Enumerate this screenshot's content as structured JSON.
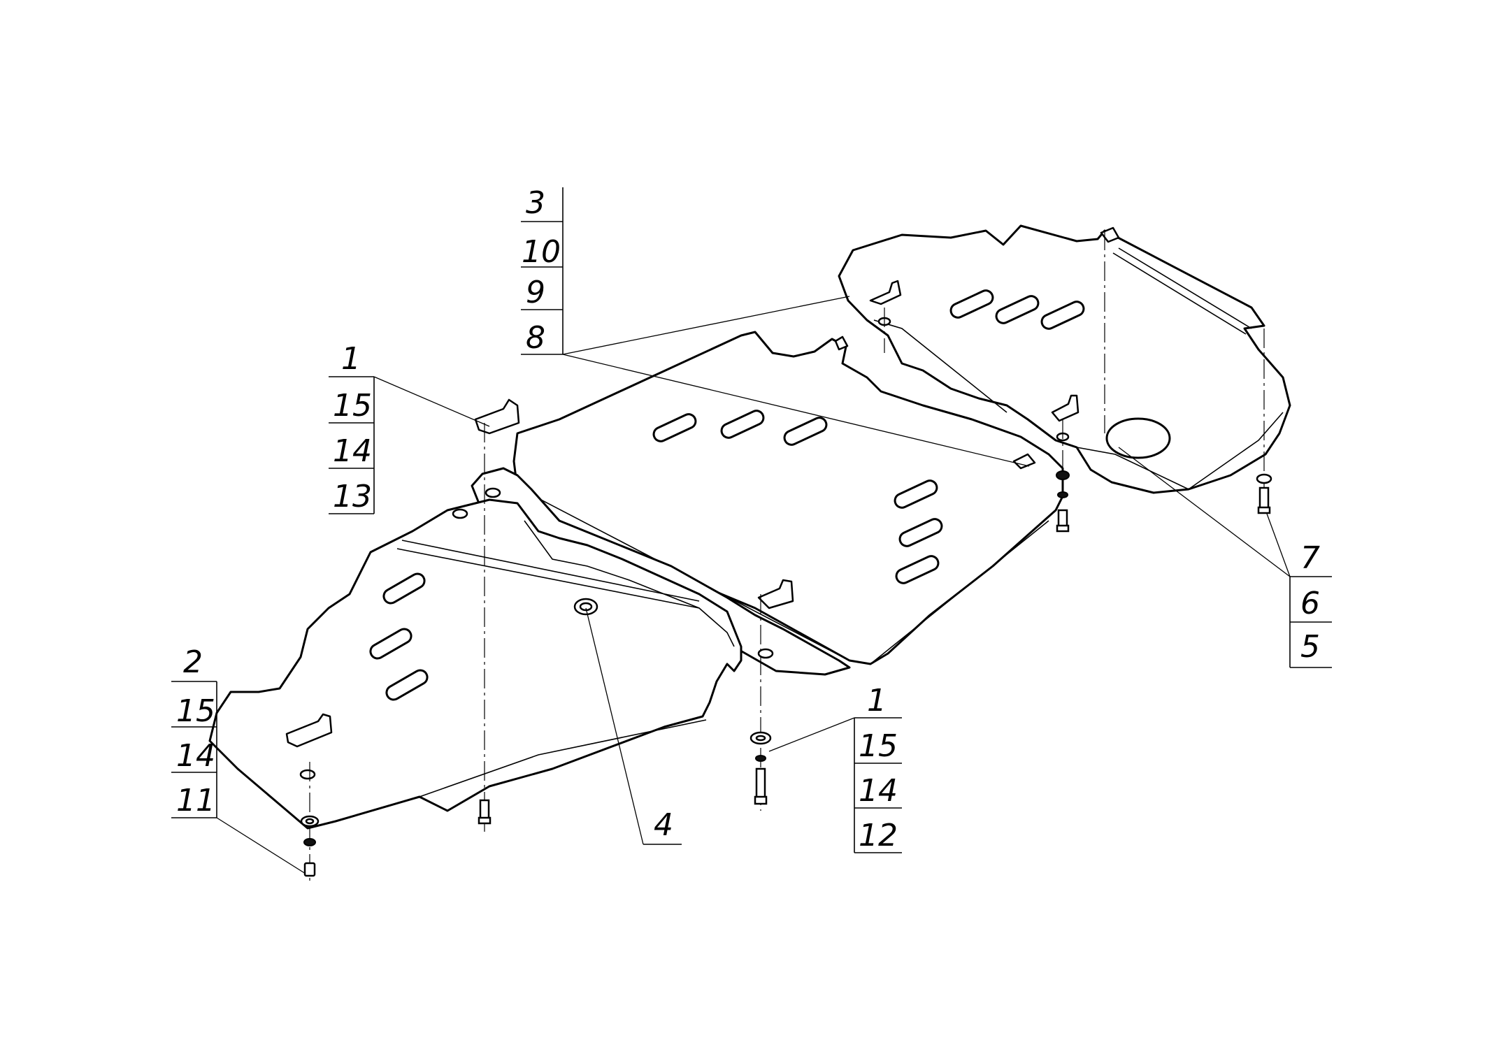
{
  "callouts": {
    "c1_top": "3",
    "c1_r2": "10",
    "c1_r3": "9",
    "c1_r4": "8",
    "c2_top": "1",
    "c2_r2": "15",
    "c2_r3": "14",
    "c2_r4": "13",
    "c3_top": "2",
    "c3_r2": "15",
    "c3_r3": "14",
    "c3_r4": "11",
    "c4_top": "4",
    "c5_top": "1",
    "c5_r2": "15",
    "c5_r3": "14",
    "c5_r4": "12",
    "c6_top": "7",
    "c6_r2": "6",
    "c6_r3": "5"
  }
}
